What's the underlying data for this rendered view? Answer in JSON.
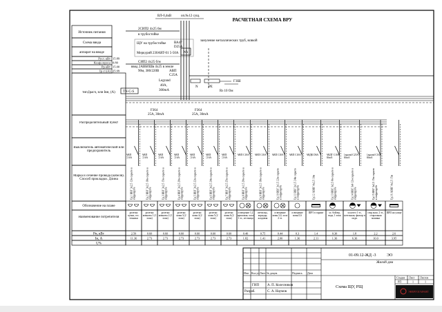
{
  "title": "РАСЧЕТНАЯ СХЕМА ВРУ",
  "top": {
    "line_label": "ВЛ-0,4кВ",
    "pole_label": "оп.№12 сущ.",
    "cable_in": "2СИП2 4х25 6м",
    "cable_in_2": "в трубостойке",
    "shu_label": "ЩУ на трубостойке",
    "breaker_top": "ВА47",
    "breaker_top_2": "D25A",
    "meter": "Меркурий 230ART-01 5-50A",
    "meter_short": "Wh",
    "cable_mid": "СИП2 4х25 б/м",
    "cable_mid_2": "ввод 2АВБбШв 4х25 в земле",
    "cable_mid_3": "90м, 380/220В",
    "breaker_mid": "АВП",
    "breaker_mid_2": "С25А",
    "grounding_note": "зануление металлических труб, всякой",
    "rcd_brand": "Legrand",
    "rcd_rating": "40А,",
    "rcd_current": "300mA",
    "n_label": "N",
    "pe_label": "PE",
    "geb_label": "ГЗШ",
    "rz_label": "Rз 10 Ом",
    "system_label": "TN-C-S",
    "rcd_group_1": "F364",
    "rcd_group_1b": "25А, 30mA",
    "rcd_group_2": "F364",
    "rcd_group_2b": "25А, 30mA"
  },
  "left_table": {
    "rows": [
      "Источник питания",
      "Схема ввода",
      "аппарат на вводе"
    ],
    "params": [
      {
        "label": "Руст. кВт",
        "value": "15.89"
      },
      {
        "label": "Коэф.спроса",
        "value": "0.80"
      },
      {
        "label": "Рр кВт",
        "value": "15.00"
      },
      {
        "label": "Iр ст.(А)",
        "value": "25.99"
      }
    ],
    "row_tn": "тип,Iрасч, или Iвн, (А)",
    "row_rp": "Распределительный пункт",
    "row_breaker": "Выключатель автоматический или предохранитель",
    "row_cable": "Марка и сечение провода (кабеля). Способ прокладки. Длина",
    "row_symbol": "Обозначение на плане",
    "row_consumer": "Наименование потребителя",
    "row_p": "Рн, кВт",
    "row_i": "Iн, А",
    "row_du": "U%"
  },
  "columns": [
    {
      "breaker": "АВП С16А",
      "cable": "Гр.1 ВВГ 3х2,5 12м скрыто в гофротрубе",
      "symbol": "socket",
      "consumer": "розетки кухни, гос. техники",
      "p": "2.50",
      "i": "11.36"
    },
    {
      "breaker": "АВП С16А",
      "cable": "Гр.2 ВВГ 3х2,5 18м скрыто в гофротрубе",
      "symbol": "socket",
      "consumer": "розетки комнаты 1 (1 этаж)",
      "p": "0.60",
      "i": "2.73"
    },
    {
      "breaker": "АВП С16А",
      "cable": "Гр.3 ВВГ 3х2,5 15м скрыто в гофротрубе",
      "symbol": "socket",
      "consumer": "розетки комнаты 2 (1 этаж)",
      "p": "0.60",
      "i": "2.73"
    },
    {
      "breaker": "АВП С16А",
      "cable": "Гр.4 ВВГ 3х2,5 20м скрыто в гофротрубе",
      "symbol": "socket",
      "consumer": "розетки комн.3 (2 этаж)",
      "p": "0.60",
      "i": "2.73"
    },
    {
      "breaker": "АВП С16А",
      "cable": "Гр.5 ВВГ 3х2,5 22м скрыто в гофротрубе",
      "symbol": "socket",
      "consumer": "розетки комн.4 (2 этаж)",
      "p": "0.60",
      "i": "2.73"
    },
    {
      "breaker": "АВП С16А",
      "cable": "Гр.6 ВВГ 3х2,5 24м скрыто в гофротрубе",
      "symbol": "socket",
      "consumer": "розетки комн.5 (2 этаж)",
      "p": "0.60",
      "i": "2.73"
    },
    {
      "breaker": "АВП С16А",
      "cable": "Гр.7 ВВГ 3х2,5 25м скрыто в гофротрубе",
      "symbol": "socket",
      "consumer": "розетки комн.6 (2 этаж)",
      "p": "0.60",
      "i": "2.73"
    },
    {
      "breaker": "АВП С10А",
      "cable": "Гр.8 ВВГ 3х1,5 20м скрыто в гофротрубе",
      "symbol": "lamp2",
      "consumer": "освещение 1,2 прихожая, холл 1 эт., лестница",
      "p": "0.40",
      "i": "1.82"
    },
    {
      "breaker": "АВП С10А",
      "cable": "Гр.9 ВВГ 3х1,5 18м скрыто в гофротрубе",
      "symbol": "lamp2",
      "consumer": "светильн., коридор, кладовая",
      "p": "0.75",
      "i": "1.41"
    },
    {
      "breaker": "АВП С10А",
      "cable": "Гр.10 ВВГ 3х1,5 22м скрыто в гофротрубе",
      "symbol": "lamp2",
      "consumer": "освещение комн.3,4, холл 2 эт.",
      "p": "0.44",
      "i": "2.00"
    },
    {
      "breaker": "АВП С10А",
      "cable": "Гр.11 ВВГ 3х1,5 24м скрыто в гофротрубе",
      "symbol": "lamp",
      "consumer": "освещение комн.5,6",
      "p": "0.3",
      "i": "1.36"
    },
    {
      "breaker": "АВДК D6A",
      "cable": "Гр.12 АВВГ 4х2,5 10м",
      "symbol": "panel",
      "consumer": "ШР1 в гараже",
      "p": "1.4",
      "i": "2.11"
    },
    {
      "breaker": "АВДТ С10А 30mA",
      "cable": "Гр.13 ВВГ 3х2,5 8м скрыто в гофротрубе",
      "symbol": "half",
      "consumer": "эл. бойлер, вода, 1 этаж",
      "p": "0.30",
      "i": "1.36"
    },
    {
      "breaker": "Legrand С25А 30mA",
      "cable": "Гр.14 ВВГ 3х4 12м скрыто в гофротрубе",
      "symbol": "half2",
      "consumer": "эл.котел 1 эт., котельная, фильтр в подв.",
      "p": "1.8",
      "i": "6.36"
    },
    {
      "breaker": "Legrand С16А 30mA",
      "cable": "Гр.15 ВВГ 3х2,5 15м скрыто в гофротрубе",
      "symbol": "half2",
      "consumer": "стир.маш. 2 эт., стиральная машина",
      "p": "2.2",
      "i": "10.0"
    },
    {
      "breaker": "",
      "cable": "Гр.16 АВВГ 4х2,5 15м",
      "symbol": "panel",
      "consumer": "ШР2 на улице",
      "p": "2.6",
      "i": "3.95"
    }
  ],
  "title_block": {
    "code": "01-09.12-ЖД -3",
    "suffix": "ЭО",
    "object": "Жилой дом",
    "headers": [
      "Изм",
      "Кол.уч",
      "Лист",
      "№ докум.",
      "Подпись",
      "Дата"
    ],
    "gip_role": "ГИП",
    "gip_name": "А. П. Колесников",
    "dev_role": "Разраб.",
    "dev_name": "С. А. Наумов",
    "sheet_title": "Схема ЩУ, РЩ",
    "stage_h": "Стадия",
    "sheet_h": "Лист",
    "sheets_h": "Листов",
    "stage": "РП",
    "sheet": "1",
    "sheets": "1",
    "logo_text": "ЭНЕРГОГАРАНТ"
  }
}
